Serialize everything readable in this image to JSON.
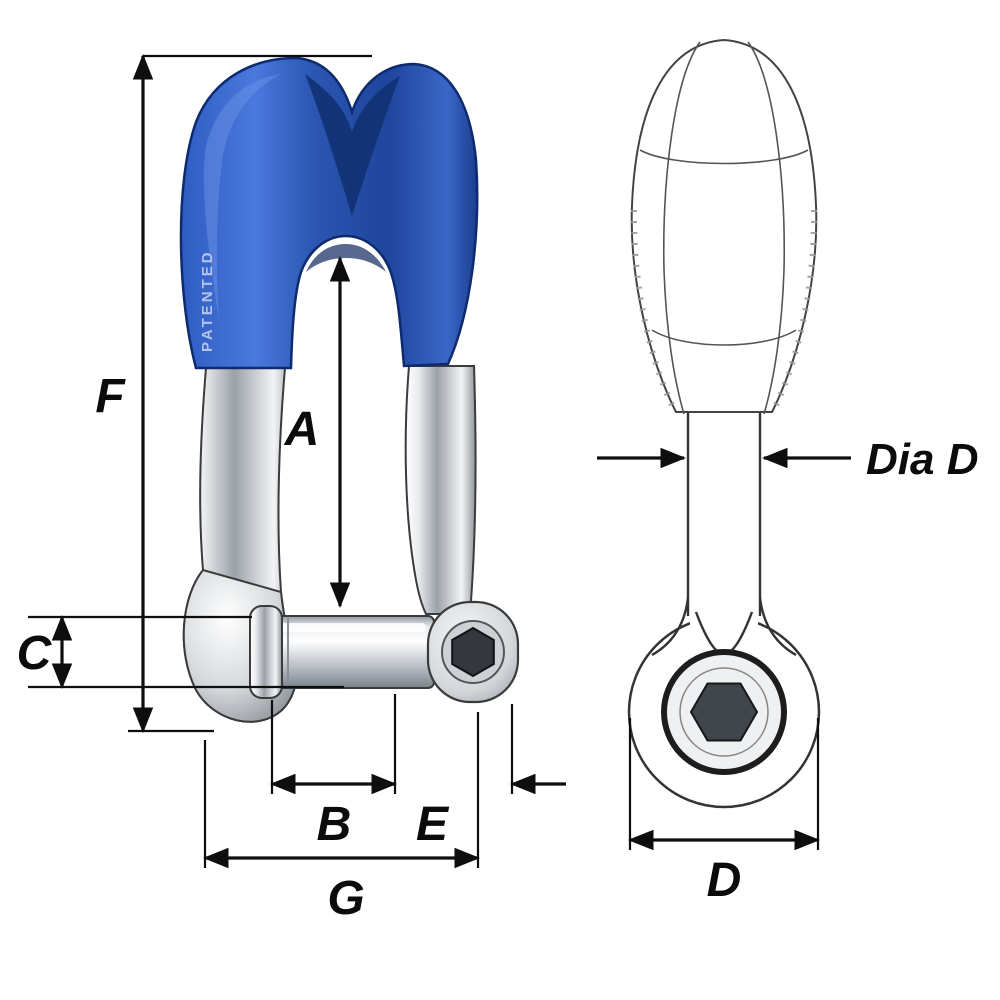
{
  "diagram": {
    "labels": {
      "A": "A",
      "B": "B",
      "C": "C",
      "D": "D",
      "E": "E",
      "F": "F",
      "G": "G",
      "dia_d": "Dia D",
      "patented": "PATENTED"
    },
    "colors": {
      "cap_blue": "#2a55b4",
      "line": "#0e0e0e",
      "background": "#ffffff"
    }
  }
}
